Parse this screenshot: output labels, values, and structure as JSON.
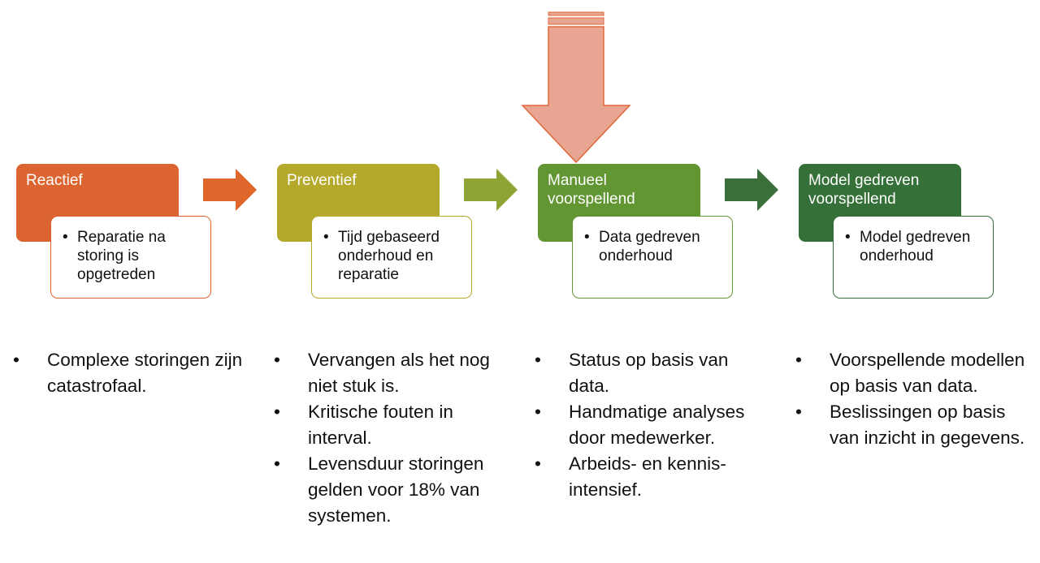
{
  "colors": {
    "reactief": "#DC6430",
    "preventief": "#B5A92C",
    "manueel": "#629632",
    "model": "#357038",
    "big_arrow_fill": "#E8A592",
    "big_arrow_stroke": "#E0683A"
  },
  "stages": [
    {
      "title": "Reactief",
      "detail": "Reparatie na storing is opgetreden",
      "notes": [
        "Complexe storingen zijn catastrofaal."
      ]
    },
    {
      "title": "Preventief",
      "detail": "Tijd gebaseerd onderhoud en reparatie",
      "notes": [
        "Vervangen als het nog niet stuk is.",
        "Kritische fouten in interval.",
        "Levensduur storingen gelden voor 18% van systemen."
      ]
    },
    {
      "title": "Manueel voorspellend",
      "detail": "Data gedreven onderhoud",
      "notes": [
        "Status op basis van data.",
        "Handmatige analyses door medewerker.",
        "Arbeids- en kennis-intensief."
      ]
    },
    {
      "title": "Model gedreven voorspellend",
      "detail": "Model gedreven onderhoud",
      "notes": [
        "Voorspellende modellen op basis van data.",
        "Beslissingen op basis van inzicht in gegevens."
      ]
    }
  ],
  "bullet": "•"
}
